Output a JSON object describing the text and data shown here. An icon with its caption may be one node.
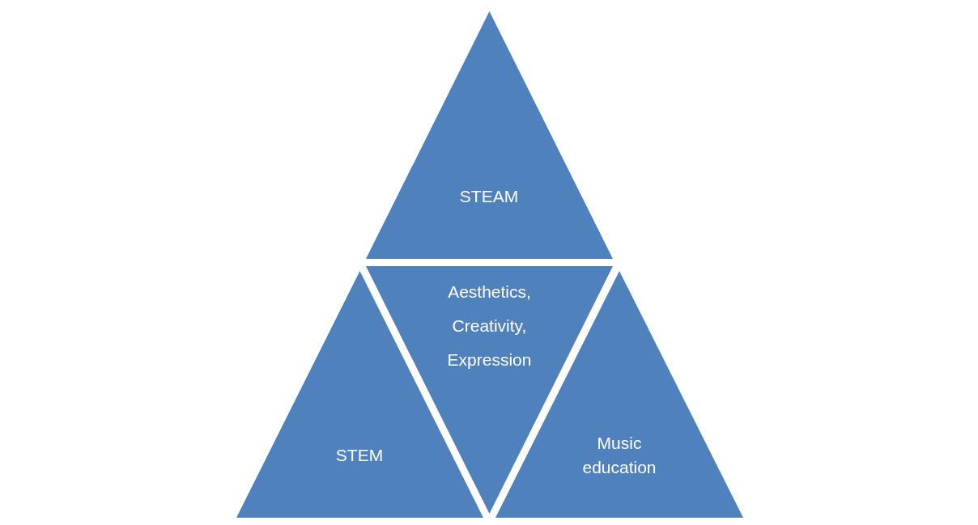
{
  "diagram": {
    "nodes": [
      {
        "text": [
          "STEAM"
        ]
      },
      {
        "text": [
          "Aesthetics, Creativity, Expression"
        ]
      },
      {
        "text": [
          "STEM"
        ]
      },
      {
        "text": [
          "Music education"
        ]
      }
    ]
  }
}
